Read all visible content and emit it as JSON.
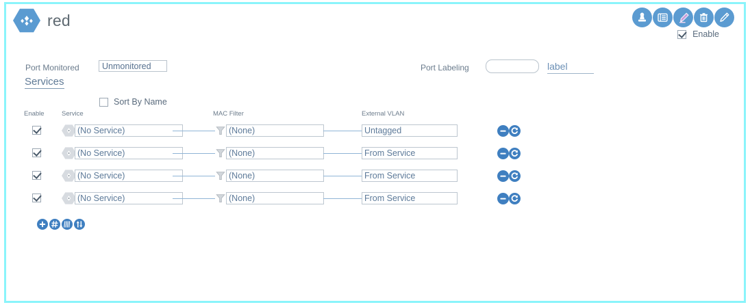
{
  "window": {
    "border_color": "#8af4fb",
    "background": "#ffffff"
  },
  "header": {
    "logo_icon": "hexagon-diamond-logo",
    "title": "red",
    "accent_color": "#5b9bd1",
    "icons": [
      {
        "name": "stamp-icon",
        "glyph": "stamp"
      },
      {
        "name": "list-document-icon",
        "glyph": "list"
      },
      {
        "name": "highlighter-icon",
        "glyph": "highlighter"
      },
      {
        "name": "trash-icon",
        "glyph": "trash"
      },
      {
        "name": "pencil-icon",
        "glyph": "pencil"
      }
    ],
    "enable": {
      "label": "Enable",
      "checked": true
    }
  },
  "form": {
    "port_monitored": {
      "label": "Port Monitored",
      "value": "Unmonitored"
    },
    "port_labeling": {
      "label": "Port Labeling",
      "value": "",
      "placeholder": "",
      "link_text": "label"
    }
  },
  "services": {
    "heading": "Services",
    "sort_by_name": {
      "label": "Sort By Name",
      "checked": false
    },
    "columns": {
      "enable": "Enable",
      "service": "Service",
      "mac_filter": "MAC Filter",
      "external_vlan": "External VLAN"
    },
    "rows": [
      {
        "enabled": true,
        "service": "(No Service)",
        "mac_filter": "(None)",
        "external_vlan": "Untagged"
      },
      {
        "enabled": true,
        "service": "(No Service)",
        "mac_filter": "(None)",
        "external_vlan": "From Service"
      },
      {
        "enabled": true,
        "service": "(No Service)",
        "mac_filter": "(None)",
        "external_vlan": "From Service"
      },
      {
        "enabled": true,
        "service": "(No Service)",
        "mac_filter": "(None)",
        "external_vlan": "From Service"
      }
    ],
    "row_actions": [
      {
        "name": "remove-row-icon",
        "glyph": "minus-circle"
      },
      {
        "name": "reset-row-icon",
        "glyph": "refresh-circle"
      }
    ],
    "toolbar": [
      {
        "name": "add-service-icon",
        "glyph": "plus"
      },
      {
        "name": "duplicate-service-icon",
        "glyph": "hash"
      },
      {
        "name": "clone-service-icon",
        "glyph": "lines"
      },
      {
        "name": "reorder-service-icon",
        "glyph": "up-down-arrows"
      }
    ]
  }
}
